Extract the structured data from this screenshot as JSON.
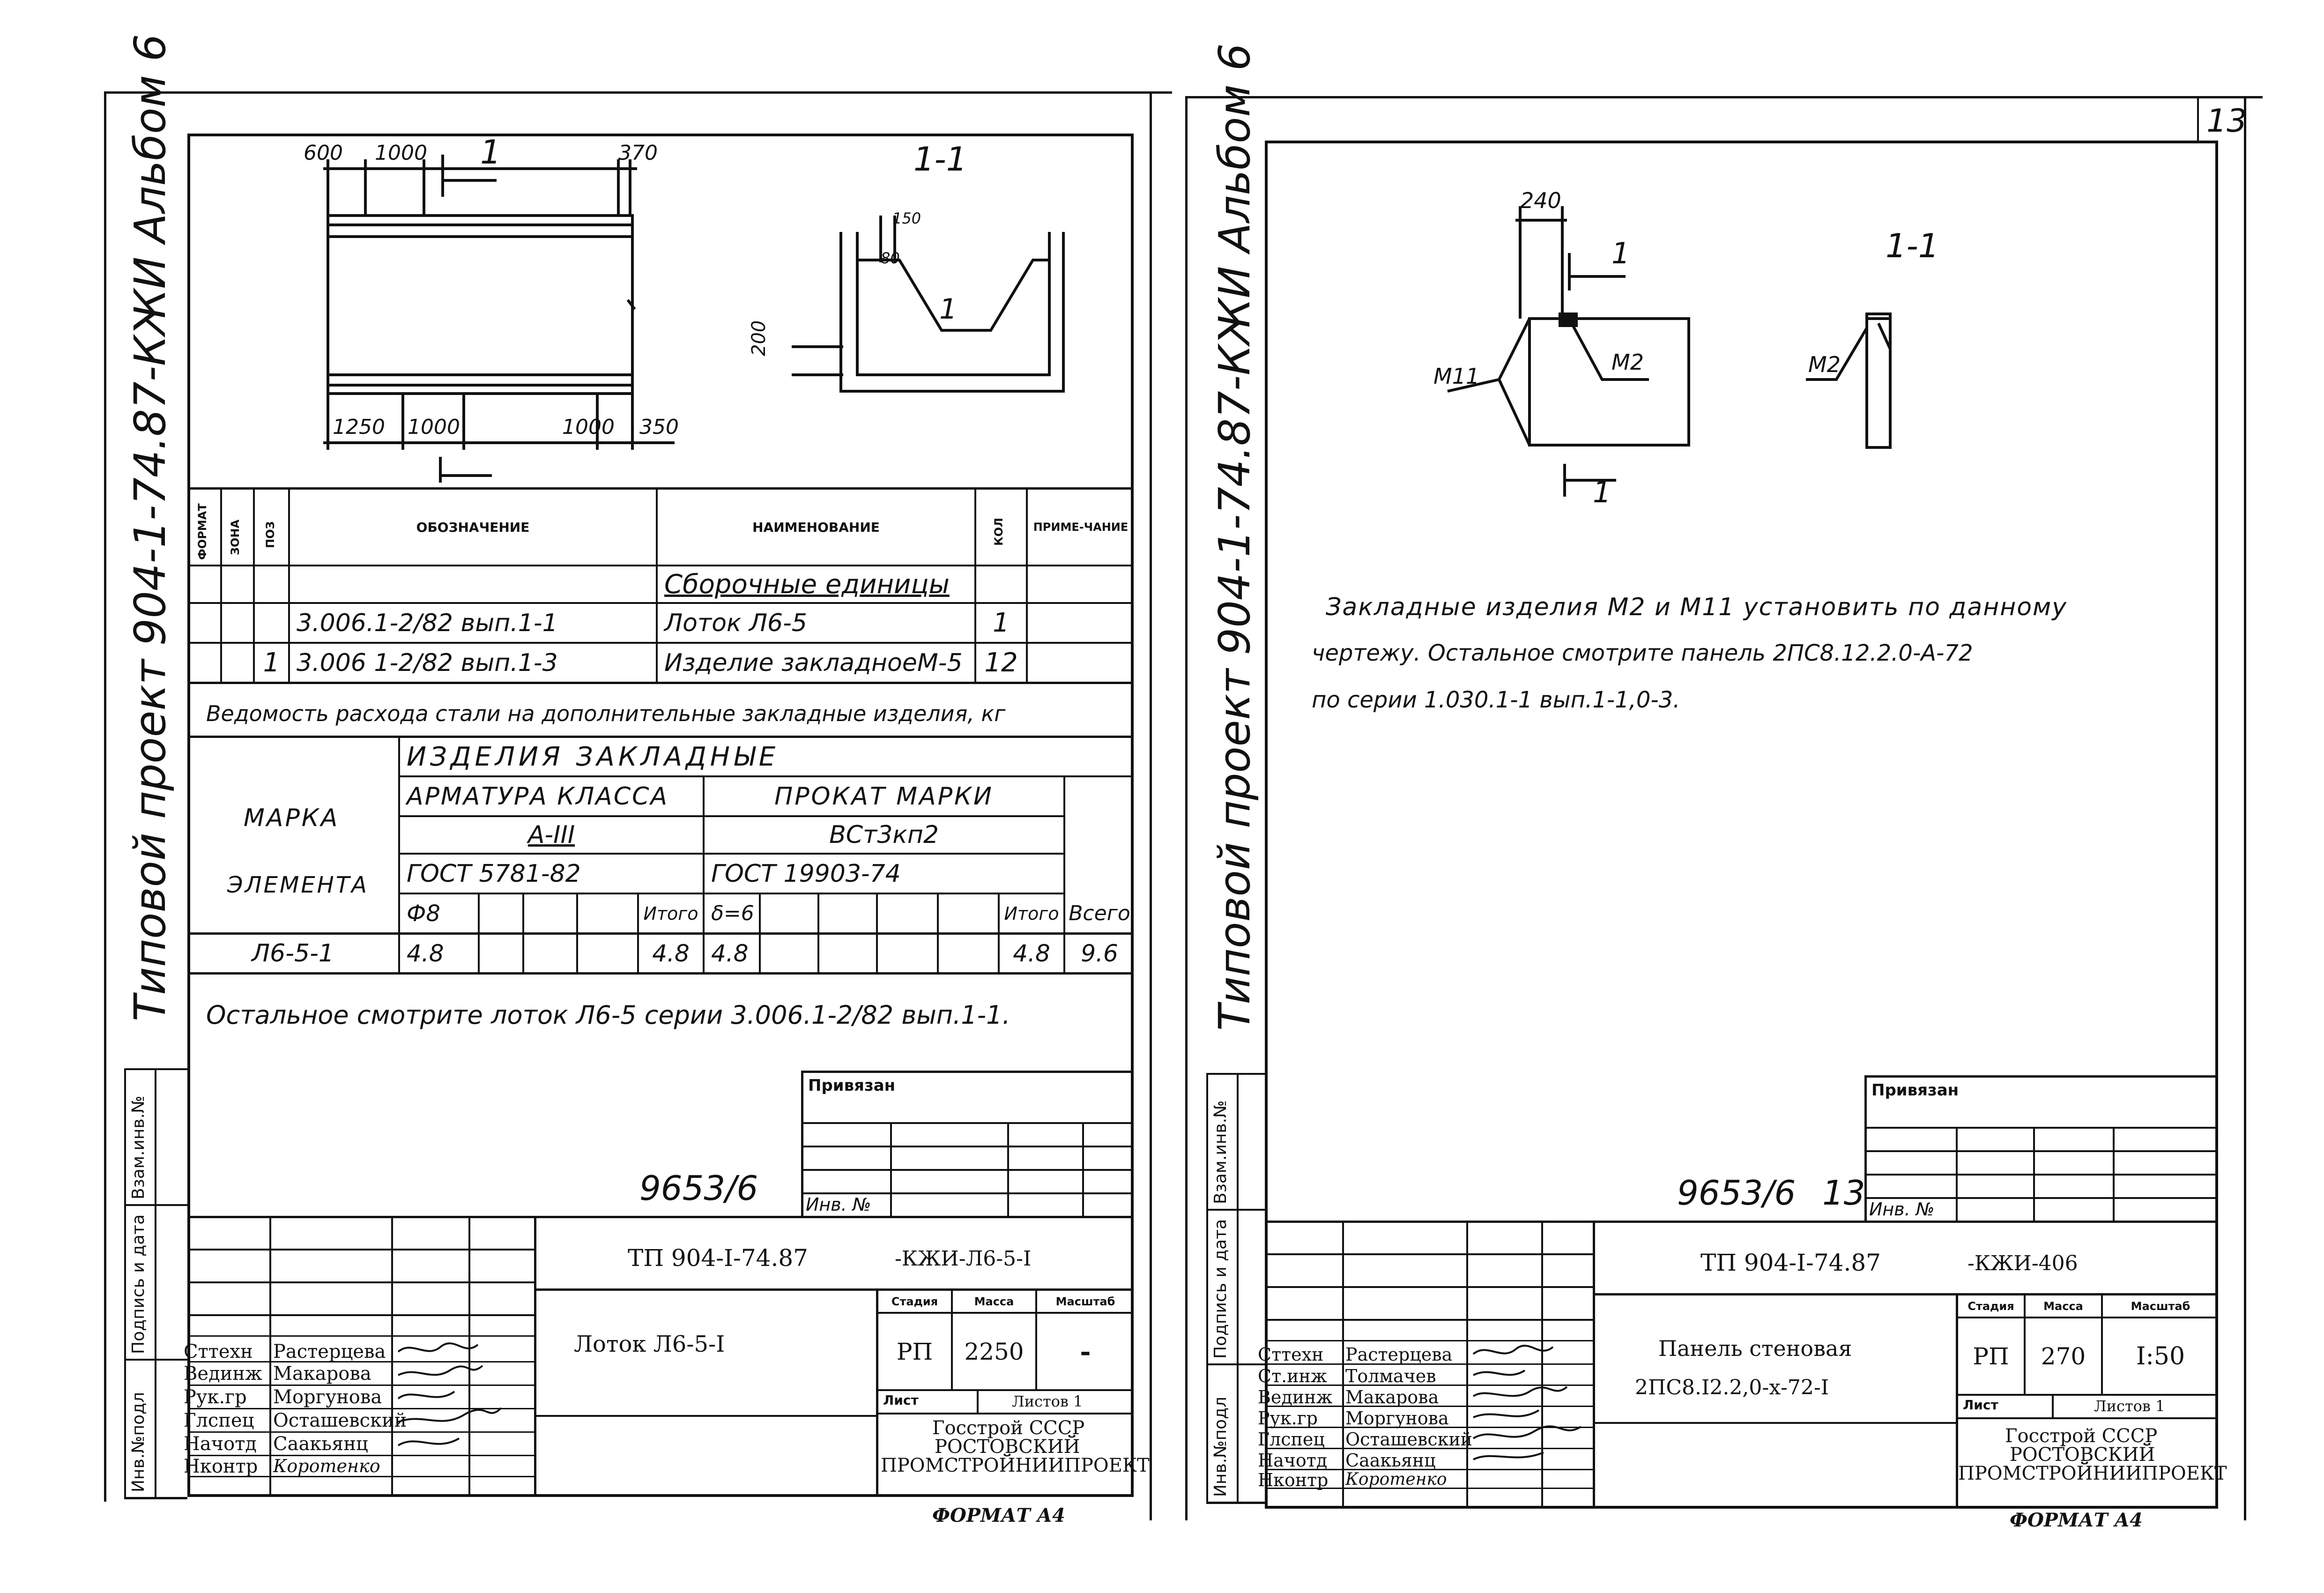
{
  "page_number": "13",
  "left_sheet": {
    "side_title": "Типовой проект 904-1-74.87-КЖИ Альбом 6",
    "section_label": "1-1",
    "drawing_dims": {
      "top": [
        "600",
        "1000",
        "1",
        "370"
      ],
      "bottom": [
        "1250",
        "1000",
        "1000",
        "350"
      ],
      "section": [
        "150",
        "80",
        "200",
        "1"
      ]
    },
    "spec_headers": [
      "ФОРМАТ",
      "ЗОНА",
      "ПОЗ",
      "ОБОЗНАЧЕНИЕ",
      "НАИМЕНОВАНИЕ",
      "КОЛ",
      "ПРИМЕ-ЧАНИЕ"
    ],
    "spec_section": "Сборочные единицы",
    "spec_rows": [
      {
        "poz": "",
        "oboz": "3.006.1-2/82 вып.1-1",
        "name": "Лоток Л6-5",
        "kol": "1"
      },
      {
        "poz": "1",
        "oboz": "3.006 1-2/82 вып.1-3",
        "name": "Изделие закладноеМ-5",
        "kol": "12"
      }
    ],
    "steel_title": "Ведомость расхода стали на дополнительные закладные изделия, кг",
    "steel": {
      "izdeliya": "ИЗДЕЛИЯ ЗАКЛАДНЫЕ",
      "marka_1": "МАРКА",
      "marka_2": "ЭЛЕМЕНТА",
      "armatura": "АРМАТУРА КЛАССА",
      "armatura_class": "А-III",
      "gost_arm": "ГОСТ 5781-82",
      "prokat": "ПРОКАТ МАРКИ",
      "prokat_mark": "ВСт3кп2",
      "gost_prokat": "ГОСТ 19903-74",
      "phi": "Ф8",
      "itogo1": "Итого",
      "delta": "δ=6",
      "itogo2": "Итого",
      "vsego": "Всего",
      "row_mark": "Л6-5-1",
      "row_phi": "4.8",
      "row_itogo1": "4.8",
      "row_delta": "4.8",
      "row_itogo2": "4.8",
      "row_vsego": "9.6"
    },
    "note": "Остальное смотрите лоток Л6-5 серии 3.006.1-2/82 вып.1-1.",
    "privyazan": "Привязан",
    "inv_no": "Инв. №",
    "archive_no": "9653/6",
    "side_stamp": [
      "Инв.№подл",
      "Подпись и дата",
      "Взам.инв.№"
    ],
    "stamp": {
      "code": "ТП 904-I-74.87",
      "code_suffix": "-КЖИ-Л6-5-I",
      "title": "Лоток Л6-5-I",
      "stadiya": "Стадия",
      "massa": "Масса",
      "masshtab": "Масштаб",
      "stadiya_val": "РП",
      "massa_val": "2250",
      "masshtab_val": "-",
      "list": "Лист",
      "listov": "Листов 1",
      "org": [
        "Госстрой СССР",
        "РОСТОВСКИЙ",
        "ПРОМСТРОЙНИИПРОЕКТ"
      ],
      "roles": [
        "Сттехн",
        "Вединж",
        "Рук.гр",
        "Глспец",
        "Начотд",
        "Нконтр"
      ],
      "names": [
        "Растерцева",
        "Макарова",
        "Моргунова",
        "Осташевский",
        "Саакьянц",
        "Коротенко"
      ]
    },
    "format": "ФОРМАТ А4"
  },
  "right_sheet": {
    "side_title": "Типовой проект 904-1-74.87-КЖИ Альбом 6",
    "dim_240": "240",
    "label_1": "1",
    "label_m11": "М11",
    "label_m2": "М2",
    "section_label": "1-1",
    "note_lines": [
      "Закладные изделия М2 и М11 установить по данному",
      "чертежу. Остальное смотрите панель 2ПС8.12.2.0-А-72",
      "по серии 1.030.1-1 вып.1-1,0-3."
    ],
    "privyazan": "Привязан",
    "inv_no": "Инв. №",
    "archive_no": "9653/6",
    "archive_sheet": "13",
    "side_stamp": [
      "Инв.№подл",
      "Подпись и дата",
      "Взам.инв.№"
    ],
    "stamp": {
      "code": "ТП 904-I-74.87",
      "code_suffix": "-КЖИ-406",
      "title_1": "Панель стеновая",
      "title_2": "2ПС8.I2.2,0-х-72-I",
      "stadiya": "Стадия",
      "massa": "Масса",
      "masshtab": "Масштаб",
      "stadiya_val": "РП",
      "massa_val": "270",
      "masshtab_val": "I:50",
      "list": "Лист",
      "listov": "Листов 1",
      "org": [
        "Госстрой СССР",
        "РОСТОВСКИЙ",
        "ПРОМСТРОЙНИИПРОЕКТ"
      ],
      "roles": [
        "Сттехн",
        "Ст.инж",
        "Вединж",
        "Рук.гр",
        "Глспец",
        "Начотд",
        "Нконтр"
      ],
      "names": [
        "Растерцева",
        "Толмачев",
        "Макарова",
        "Моргунова",
        "Осташевский",
        "Саакьянц",
        "Коротенко"
      ]
    },
    "format": "ФОРМАТ А4"
  }
}
